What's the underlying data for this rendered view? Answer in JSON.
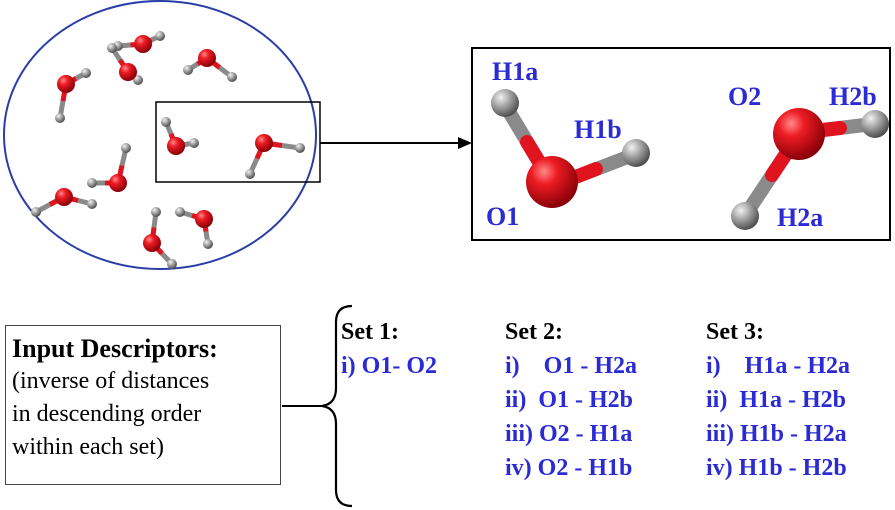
{
  "colors": {
    "label_blue": "#2b2bd6",
    "oxygen": "#e0141e",
    "hydrogen": "#9a9a9a",
    "circle": "#2a3ea8"
  },
  "zoom": {
    "h1a": "H1a",
    "h1b": "H1b",
    "o1": "O1",
    "o2": "O2",
    "h2b": "H2b",
    "h2a": "H2a"
  },
  "descriptors": {
    "title": "Input Descriptors:",
    "lines": [
      "(inverse of  distances",
      "in descending order",
      "within each set)"
    ]
  },
  "sets": [
    {
      "title": "Set 1:",
      "items": [
        "i) O1- O2"
      ]
    },
    {
      "title": "Set 2:",
      "items": [
        "i)    O1 - H2a",
        "ii)  O1 - H2b",
        "iii) O2 - H1a",
        "iv) O2 - H1b"
      ]
    },
    {
      "title": "Set 3:",
      "items": [
        "i)    H1a - H2a",
        "ii)  H1a - H2b",
        "iii) H1b - H2a",
        "iv) H1b - H2b"
      ]
    }
  ]
}
